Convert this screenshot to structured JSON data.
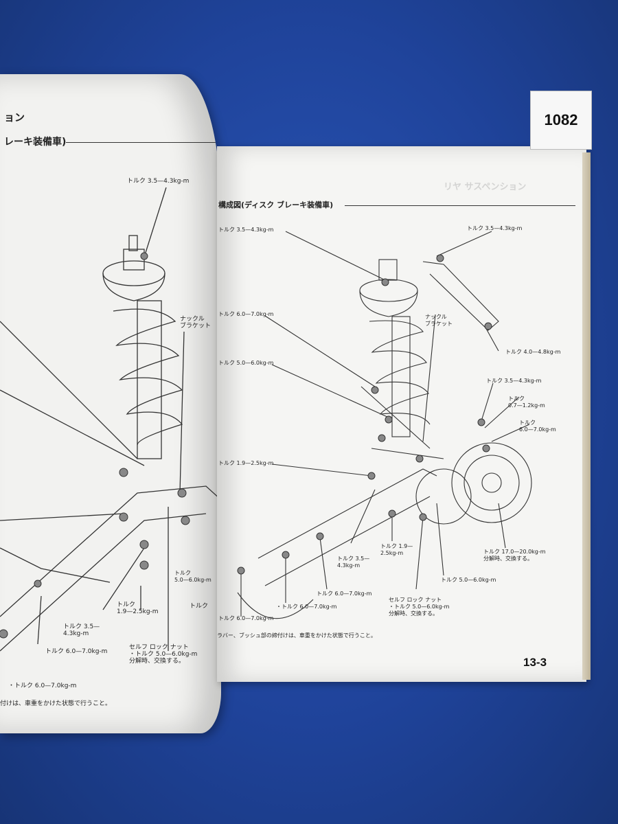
{
  "tag_number": "1082",
  "page_number": "13-3",
  "left_page": {
    "heading_partial": "ョン",
    "subheading_partial": "レーキ装備車)",
    "labels": {
      "torque_top": "トルク 3.5—4.3kg-m",
      "knuckle_bracket": "ナックル\nブラケット",
      "torque_50_60": "トルク\n5.0—6.0kg-m",
      "torque_19_25": "トルク\n1.9—2.5kg-m",
      "torque_35_43": "トルク 3.5—\n4.3kg-m",
      "torque_60_70": "トルク 6.0—7.0kg-m",
      "self_lock_nut": "セルフ ロック ナット\n・トルク 5.0—6.0kg-m\n分解時、交換する。",
      "torque_60_70_b": "・トルク 6.0—7.0kg-m",
      "torque_partial": "トルク",
      "footnote": "付けは、車重をかけた状態で行うこと。"
    }
  },
  "right_page": {
    "ghost_title": "リヤ サスペンション",
    "heading": "構成図(ディスク ブレーキ装備車)",
    "labels": {
      "t1": "トルク 3.5—4.3kg-m",
      "t2": "トルク 3.5—4.3kg-m",
      "t3": "トルク 6.0—7.0kg-m",
      "knuckle_bracket": "ナックル\nブラケット",
      "t4": "トルク 4.0—4.8kg-m",
      "t5": "トルク 5.0—6.0kg-m",
      "t6": "トルク 3.5—4.3kg-m",
      "t7": "トルク\n0.7—1.2kg-m",
      "t8": "トルク\n6.0—7.0kg-m",
      "t9": "トルク 1.9—2.5kg-m",
      "t10": "トルク 1.9—\n2.5kg-m",
      "t11": "トルク 3.5—\n4.3kg-m",
      "t12": "トルク 17.0—20.0kg-m\n分解時、交換する。",
      "t13": "トルク 5.0—6.0kg-m",
      "t14": "トルク 6.0—7.0kg-m",
      "t15": "・トルク 6.0—7.0kg-m",
      "self_lock_nut": "セルフ ロック ナット\n・トルク 5.0—6.0kg-m\n分解時、交換する。",
      "t16": "トルク 6.0—7.0kg-m",
      "footnote": "ラバー、ブッシュ部の締付けは、車重をかけた状態で行うこと。"
    }
  },
  "colors": {
    "background": "#1f439a",
    "paper": "#f5f5f3",
    "ink": "#222222"
  }
}
